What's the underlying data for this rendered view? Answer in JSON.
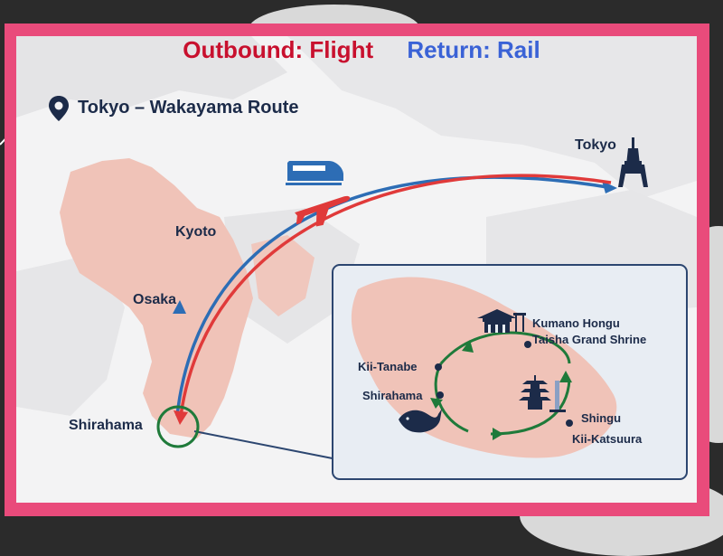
{
  "legend": {
    "outbound": "Outbound: Flight",
    "return": "Return: Rail",
    "outbound_color": "#c8102e",
    "return_color": "#3a62d6"
  },
  "map_title": "Tokyo – Wakayama Route",
  "cities": {
    "tokyo": "Tokyo",
    "kyoto": "Kyoto",
    "osaka": "Osaka",
    "shirahama": "Shirahama"
  },
  "inset": {
    "kii_tanabe": "Kii-Tanabe",
    "shirahama": "Shirahama",
    "kumano_line1": "Kumano Hongu",
    "kumano_line2": "Taisha Grand Shrine",
    "shingu": "Shingu",
    "kii_katsuura": "Kii-Katsuura"
  },
  "colors": {
    "frame": "#e94b7b",
    "land": "#f2c9bf",
    "flight_arc": "#e03a3a",
    "rail_arc": "#2d6db5",
    "loop": "#1f7a3a",
    "ink": "#1c2b49"
  },
  "icons": [
    "pin-icon",
    "train-icon",
    "plane-icon",
    "tokyo-tower-icon",
    "shrine-icon",
    "pagoda-icon",
    "whale-icon"
  ]
}
